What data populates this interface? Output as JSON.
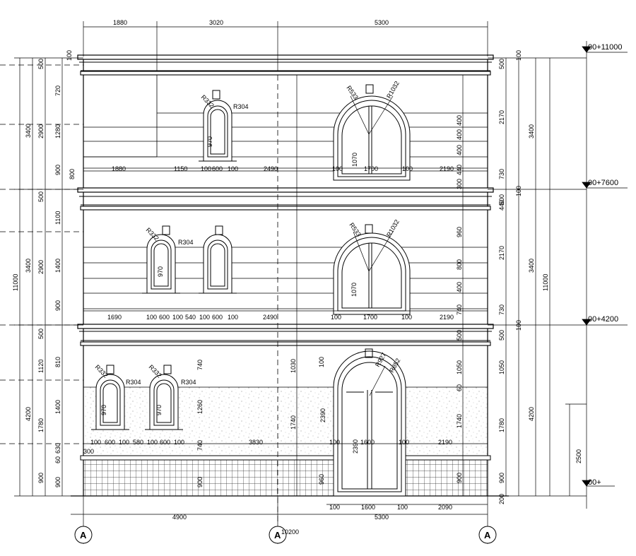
{
  "drawing": {
    "levels": [
      {
        "label": "00+11000",
        "value": 11000
      },
      {
        "label": "00+7600",
        "value": 7600
      },
      {
        "label": "00+4200",
        "value": 4200
      },
      {
        "label": "00+",
        "value": 0
      }
    ],
    "axis_bubbles": [
      "A",
      "A",
      "A"
    ],
    "top_dims": [
      "1880",
      "3020",
      "5300"
    ],
    "bottom_dims": {
      "total_label": "10200",
      "left_part": "4900",
      "right_part": "5300",
      "door_row": [
        "100",
        "1600",
        "100",
        "2090"
      ]
    },
    "floor3_dims": {
      "row": [
        "1880",
        "1150",
        "100",
        "600",
        "100",
        "2490",
        "100",
        "1700",
        "100",
        "2190"
      ],
      "small_window_height": "970",
      "big_window_height": "1070",
      "radii": [
        "R332",
        "R304",
        "R533",
        "R1032"
      ]
    },
    "floor2_dims": {
      "row": [
        "1690",
        "100",
        "600",
        "100",
        "540",
        "100",
        "600",
        "100",
        "2490",
        "100",
        "1700",
        "100",
        "2190"
      ],
      "small_window_height": "970",
      "big_window_height": "1070",
      "radii": [
        "R332",
        "R304",
        "R533",
        "R1032"
      ]
    },
    "floor1_dims": {
      "row": [
        "100",
        "600",
        "100",
        "580",
        "100",
        "600",
        "100",
        "3830",
        "100",
        "1600",
        "100",
        "2190"
      ],
      "small_window_height": "970",
      "door_height": "2390",
      "door_lower": "2390",
      "radii": [
        "R332",
        "R304",
        "R927",
        "R852"
      ],
      "misc": [
        "740",
        "1260",
        "100",
        "1030",
        "1740",
        "740",
        "960",
        "900",
        "300",
        "630",
        "900"
      ]
    },
    "left_dims": {
      "outer": [
        "11000"
      ],
      "middle": [
        "3400",
        "3400",
        "4200"
      ],
      "inner": [
        "500",
        "2900",
        "500",
        "2900",
        "500",
        "1780",
        "900"
      ],
      "detail": [
        "100",
        "720",
        "1280",
        "900",
        "800",
        "1100",
        "1400",
        "900",
        "1120",
        "810",
        "1400",
        "630",
        "900",
        "60"
      ]
    },
    "right_dims": {
      "outer": [
        "11000"
      ],
      "middle": [
        "3400",
        "3400",
        "4200",
        "2500"
      ],
      "inner": [
        "500",
        "2170",
        "730",
        "500",
        "2170",
        "730",
        "500",
        "1050",
        "1780",
        "900",
        "200",
        "100",
        "100",
        "100",
        "440"
      ],
      "tiers": [
        "400",
        "400",
        "400",
        "440",
        "300",
        "960",
        "800",
        "400",
        "740",
        "500",
        "1050",
        "1740",
        "900",
        "60"
      ]
    }
  }
}
